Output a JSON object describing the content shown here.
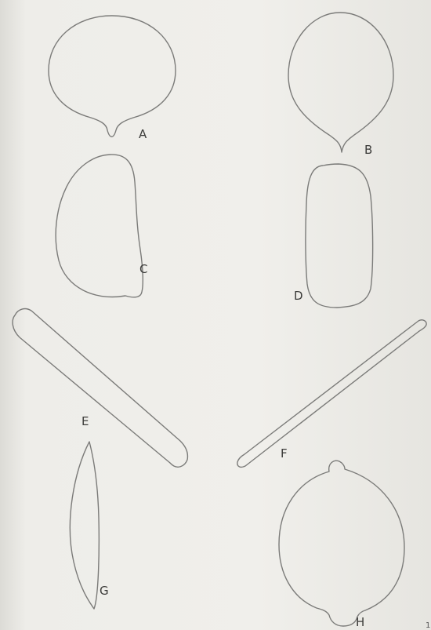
{
  "figure": {
    "shapes": [
      {
        "id": "A",
        "label": "A",
        "form": "round body with short basal tip"
      },
      {
        "id": "B",
        "label": "B",
        "form": "ovoid body tapering to basal tip"
      },
      {
        "id": "C",
        "label": "C",
        "form": "curved ellipsoid with hooked tip"
      },
      {
        "id": "D",
        "label": "D",
        "form": "oblong rounded rectangle"
      },
      {
        "id": "E",
        "label": "E",
        "form": "long cylindrical rod"
      },
      {
        "id": "F",
        "label": "F",
        "form": "thin needle-like rod"
      },
      {
        "id": "G",
        "label": "G",
        "form": "spindle / fusiform"
      },
      {
        "id": "H",
        "label": "H",
        "form": "lemon-shaped with apical and basal papillae"
      }
    ],
    "corner_mark": "1"
  },
  "colors": {
    "outline": "#7b7b79",
    "label": "#3c3c3a",
    "paper": "#eeede9"
  }
}
